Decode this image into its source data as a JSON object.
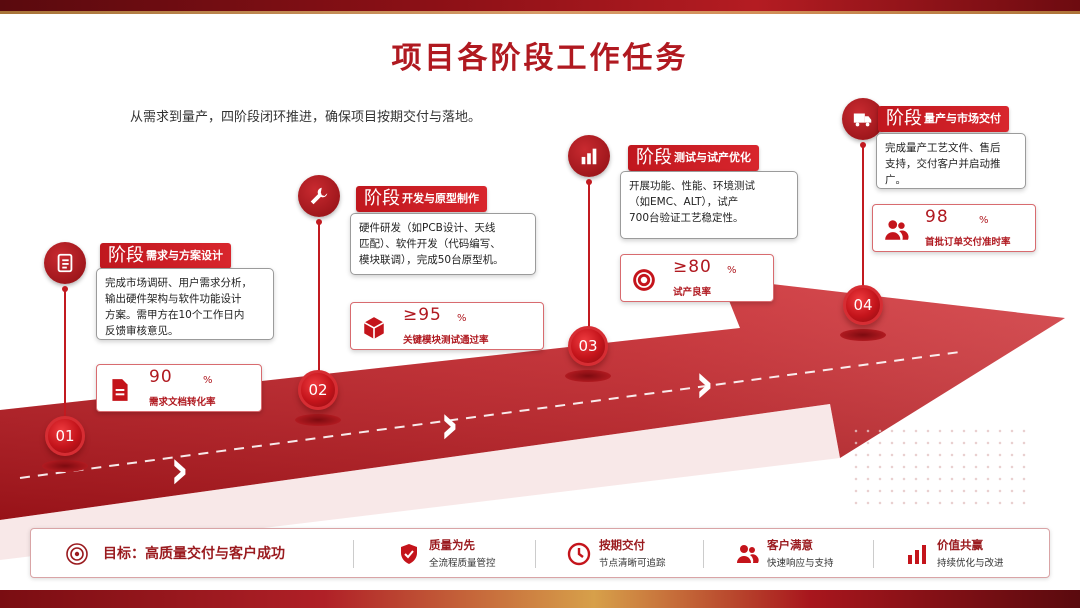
{
  "title": "项目各阶段工作任务",
  "subtitle": "从需求到量产，四阶段闭环推进，确保项目按期交付与落地。",
  "stages": [
    {
      "number": "01",
      "tag_big": "阶段",
      "tag_small": "需求与方案设计",
      "icon": "document-list-icon",
      "description": [
        "完成市场调研、用户需求分析，",
        "输出硬件架构与软件功能设计",
        "方案。需甲方在10个工作日内",
        "反馈审核意见。"
      ],
      "metric": {
        "value": "90",
        "unit": "%",
        "label": "需求文档转化率",
        "icon": "document-icon"
      }
    },
    {
      "number": "02",
      "tag_big": "阶段",
      "tag_small": "开发与原型制作",
      "icon": "wrench-icon",
      "description": [
        "硬件研发（如PCB设计、天线",
        "匹配）、软件开发（代码编写、",
        "模块联调），完成50台原型机。"
      ],
      "metric": {
        "value": "≥95",
        "unit": "%",
        "label": "关键模块测试通过率",
        "icon": "cube-icon"
      }
    },
    {
      "number": "03",
      "tag_big": "阶段",
      "tag_small": "测试与试产优化",
      "icon": "bar-chart-icon",
      "description": [
        "开展功能、性能、环境测试",
        "（如EMC、ALT），试产",
        "700台验证工艺稳定性。"
      ],
      "metric": {
        "value": "≥80",
        "unit": "%",
        "label": "试产良率",
        "icon": "target-icon"
      }
    },
    {
      "number": "04",
      "tag_big": "阶段",
      "tag_small": "量产与市场交付",
      "icon": "truck-icon",
      "description": [
        "完成量产工艺文件、售后",
        "支持，交付客户并启动推",
        "广。"
      ],
      "metric": {
        "value": "98",
        "unit": "%",
        "label": "首批订单交付准时率",
        "icon": "users-icon"
      }
    }
  ],
  "footer": {
    "goal": "目标：高质量交付与客户成功",
    "items": [
      {
        "title": "质量为先",
        "sub": "全流程质量管控",
        "icon": "shield-check-icon"
      },
      {
        "title": "按期交付",
        "sub": "节点清晰可追踪",
        "icon": "clock-icon"
      },
      {
        "title": "客户满意",
        "sub": "快速响应与支持",
        "icon": "users-icon"
      },
      {
        "title": "价值共赢",
        "sub": "持续优化与改进",
        "icon": "bar-chart-icon"
      }
    ]
  },
  "colors": {
    "primary": "#b01920",
    "dark": "#8d0d12",
    "accent": "#d62d33"
  }
}
